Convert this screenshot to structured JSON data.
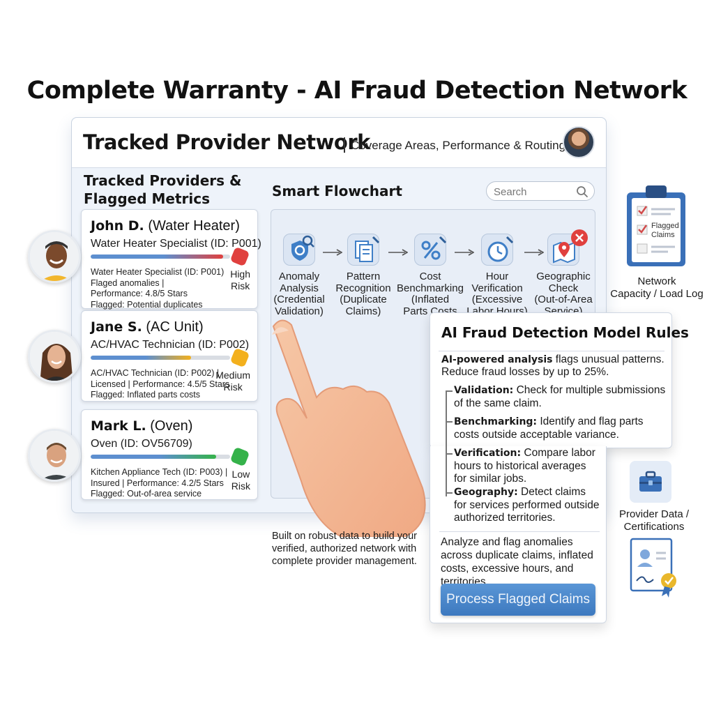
{
  "page": {
    "title": "Complete Warranty - AI Fraud Detection Network"
  },
  "window": {
    "title": "Tracked Provider Network",
    "subtitle": "Coverage Areas, Performance & Routing"
  },
  "left_panel": {
    "heading_line1": "Tracked Providers &",
    "heading_line2": "Flagged Metrics",
    "providers": [
      {
        "name": "John D.",
        "appliance": "(Water Heater)",
        "role": "Water Heater Specialist (ID: P001)",
        "details_line1": "Water Heater Specialist (ID: P001)",
        "details_line2": "Flaged anomalies |",
        "details_line3": "Performance: 4.8/5 Stars",
        "details_line4": "Flagged: Potential duplicates",
        "risk_line1": "High",
        "risk_line2": "Risk",
        "risk_level": 0.95,
        "color": "#e0403e"
      },
      {
        "name": "Jane S.",
        "appliance": "(AC Unit)",
        "role": "AC/HVAC Technician (ID: P002)",
        "details_line1": "AC/HVAC Technician (ID: P002) |",
        "details_line2": "Licensed | Performance: 4.5/5 Stars",
        "details_line3": "Flagged: Inflated parts costs",
        "details_line4": "",
        "risk_line1": "Medium",
        "risk_line2": "Risk",
        "risk_level": 0.72,
        "color": "#f3b01d"
      },
      {
        "name": "Mark L.",
        "appliance": "(Oven)",
        "role": "Oven (ID: OV56709)",
        "details_line1": "Kitchen Appliance Tech (ID: P003) |",
        "details_line2": "Insured | Performance: 4.2/5 Stars",
        "details_line3": "Flagged: Out-of-area service",
        "details_line4": "",
        "risk_line1": "Low",
        "risk_line2": "Risk",
        "risk_level": 0.9,
        "color": "#35b24a"
      }
    ]
  },
  "flowchart": {
    "heading": "Smart Flowchart",
    "search_placeholder": "Search",
    "steps": [
      {
        "line1": "Anomaly",
        "line2": "Analysis",
        "line3": "(Credential",
        "line4": "Validation)",
        "icon": "shield-search-icon"
      },
      {
        "line1": "Pattern",
        "line2": "Recognition",
        "line3": "(Duplicate",
        "line4": "Claims)",
        "icon": "documents-icon"
      },
      {
        "line1": "Cost",
        "line2": "Benchmarking",
        "line3": "(Inflated",
        "line4": "Parts Costs",
        "icon": "percent-icon"
      },
      {
        "line1": "Hour",
        "line2": "Verification",
        "line3": "(Excessive",
        "line4": "Labor Hours)",
        "icon": "clock-icon"
      },
      {
        "line1": "Geographic",
        "line2": "Check",
        "line3": "(Out-of-Area",
        "line4": "Service)",
        "icon": "map-pin-icon"
      }
    ],
    "caption": "Built on robust data to build your verified, authorized network with complete provider management."
  },
  "rules": {
    "title": "AI Fraud Detection Model Rules",
    "intro_bold": "AI-powered analysis",
    "intro_rest": " flags unusual patterns. Reduce fraud losses by up to 25%.",
    "items": [
      {
        "label": "Validation:",
        "text": " Check for multiple submissions of the same claim."
      },
      {
        "label": "Benchmarking:",
        "text": " Identify and flag parts costs outside acceptable variance."
      },
      {
        "label": "Verification:",
        "text": " Compare labor hours to historical averages for similar jobs."
      },
      {
        "label": "Geography:",
        "text": " Detect claims for services performed outside authorized territories."
      }
    ],
    "summary": "Analyze and flag anomalies across duplicate claims, inflated costs, excessive hours, and territories.",
    "button_label": "Process Flagged Claims"
  },
  "side": {
    "clipboard_text_line1": "Flagged",
    "clipboard_text_line2": "Claims",
    "network_line1": "Network",
    "network_line2": "Capacity / Load Log",
    "provider_line1": "Provider Data /",
    "provider_line2": "Certifications"
  },
  "colors": {
    "accent_blue": "#3d79bf",
    "high_risk": "#e0403e",
    "medium_risk": "#f3b01d",
    "low_risk": "#35b24a"
  }
}
